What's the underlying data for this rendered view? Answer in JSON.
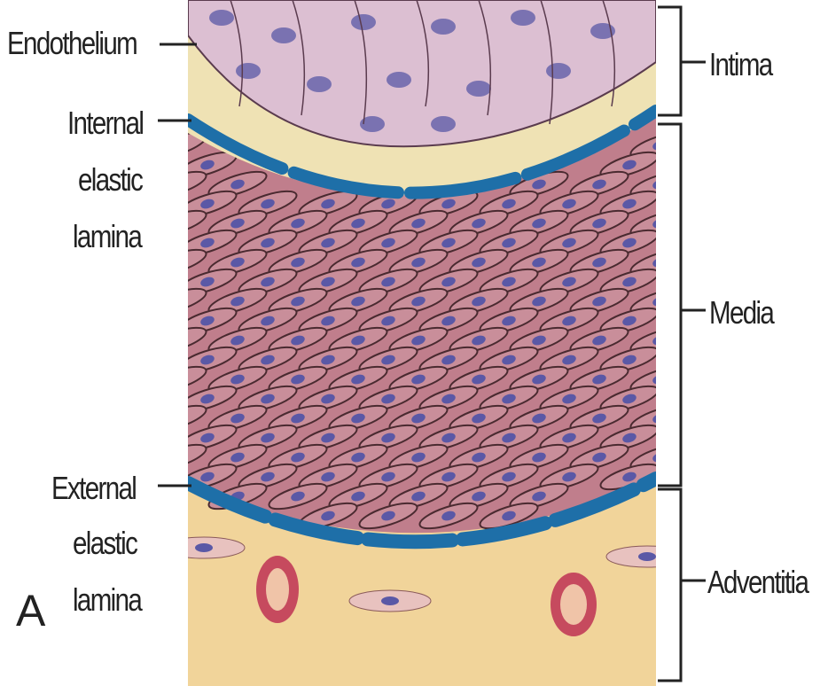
{
  "labels": {
    "endothelium": "Endothelium",
    "internal_elastic_lamina": [
      "Internal",
      "elastic",
      "lamina"
    ],
    "external_elastic_lamina": [
      "External",
      "elastic",
      "lamina"
    ],
    "intima": "Intima",
    "media": "Media",
    "adventitia": "Adventitia",
    "panel": "A"
  },
  "colors": {
    "intima_cells": "#dcbfd2",
    "subendothelial": "#efe2b4",
    "elastic_lamina": "#1e6fa8",
    "smooth_muscle": "#c98e9a",
    "nucleus": "#5a58a6",
    "adventitia": "#f1d49a",
    "vessel_wall": "#c64a5e"
  }
}
